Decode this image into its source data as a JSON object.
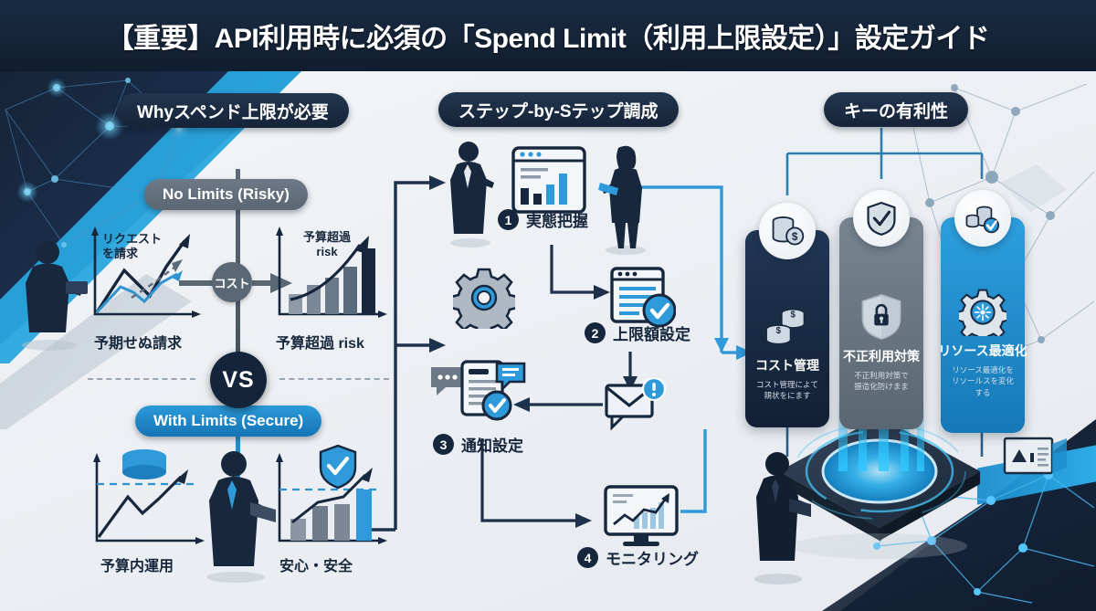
{
  "header": {
    "title": "【重要】API利用時に必須の「Spend Limit（利用上限設定）」設定ガイド"
  },
  "sections": {
    "why": {
      "label": "Whyスペンド上限が必要"
    },
    "steps": {
      "label": "ステップ-by-Sテップ調成"
    },
    "key": {
      "label": "キーの有利性"
    }
  },
  "comparison": {
    "risky_label": "No Limits (Risky)",
    "secure_label": "With Limits (Secure)",
    "vs_label": "VS",
    "cost_label": "コスト",
    "risky_top": {
      "chart_note_line1": "リクエスト",
      "chart_note_line2": "を請求",
      "caption": "予期せぬ請求"
    },
    "risky_right": {
      "chart_note_line1": "予算超過",
      "chart_note_line2": "risk",
      "caption": "予算超過 risk"
    },
    "secure_left": {
      "caption": "予算内運用"
    },
    "secure_right": {
      "caption": "安心・安全"
    }
  },
  "steps": [
    {
      "num": "1",
      "label": "実態把握"
    },
    {
      "num": "2",
      "label": "上限額設定"
    },
    {
      "num": "3",
      "label": "通知設定"
    },
    {
      "num": "4",
      "label": "モニタリング"
    }
  ],
  "benefits": [
    {
      "title": "コスト管理",
      "desc_line1": "コスト管理によて",
      "desc_line2": "親状をにます",
      "badge_icon": "coin-stack-dollar-icon",
      "body_icon": "coins-dollar-icon",
      "style": "dark"
    },
    {
      "title": "不正利用対策",
      "desc_line1": "不正利用対策で",
      "desc_line2": "振造化防けまま",
      "badge_icon": "shield-check-icon",
      "body_icon": "shield-lock-icon",
      "style": "grey"
    },
    {
      "title": "リソース最適化",
      "desc_line1": "リソース最適化を",
      "desc_line2": "リソールスを変化",
      "desc_line3": "する",
      "badge_icon": "database-check-icon",
      "body_icon": "gear-optimize-icon",
      "style": "blue"
    }
  ],
  "colors": {
    "navy": "#16263c",
    "dark_navy": "#112034",
    "accent_blue": "#2b9ad9",
    "light_blue": "#4fc3f7",
    "grey": "#6d7986",
    "panel_bg": "#eef1f4",
    "white": "#ffffff"
  }
}
